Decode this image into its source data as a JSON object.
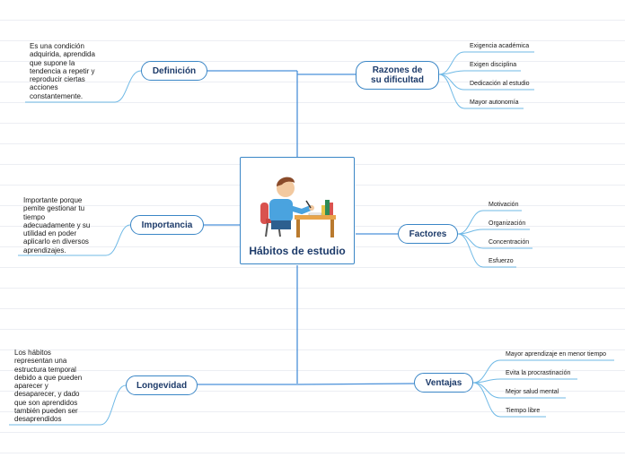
{
  "central": {
    "title": "Hábitos de estudio",
    "illustration": "student-writing-at-desk"
  },
  "branches": {
    "definicion": {
      "label": "Definición",
      "note": [
        "Es una condición",
        "adquirida, aprendida",
        "que supone la",
        "tendencia a repetir y",
        "reproducir ciertas",
        "acciones",
        "constantemente."
      ]
    },
    "importancia": {
      "label": "Importancia",
      "note": [
        "Importante porque",
        "pemite gestionar tu",
        "tiempo",
        "adecuadamente y su",
        "utilidad en poder",
        "aplicarlo en diversos",
        "aprendizajes."
      ]
    },
    "longevidad": {
      "label": "Longevidad",
      "note": [
        "Los hábitos",
        "representan una",
        "estructura temporal",
        "debido a que pueden",
        "aparecer y",
        "desaparecer, y dado",
        "que son aprendidos",
        "también pueden ser",
        "desaprendidos"
      ]
    },
    "razones": {
      "label_lines": [
        "Razones de",
        "su dificultad"
      ],
      "items": [
        "Exigencia académica",
        "Exigen disciplina",
        "Dedicación al estudio",
        "Mayor autonomía"
      ]
    },
    "factores": {
      "label": "Factores",
      "items": [
        "Motivación",
        "Organización",
        "Concentración",
        "Esfuerzo"
      ]
    },
    "ventajas": {
      "label": "Ventajas",
      "items": [
        "Mayor aprendizaje en menor tiempo",
        "Evita la procrastinación",
        "Mejor salud mental",
        "Tiempo libre"
      ]
    }
  },
  "colors": {
    "line": "#6fb9e6",
    "border": "#3a86c6",
    "title": "#1d3b6a"
  }
}
